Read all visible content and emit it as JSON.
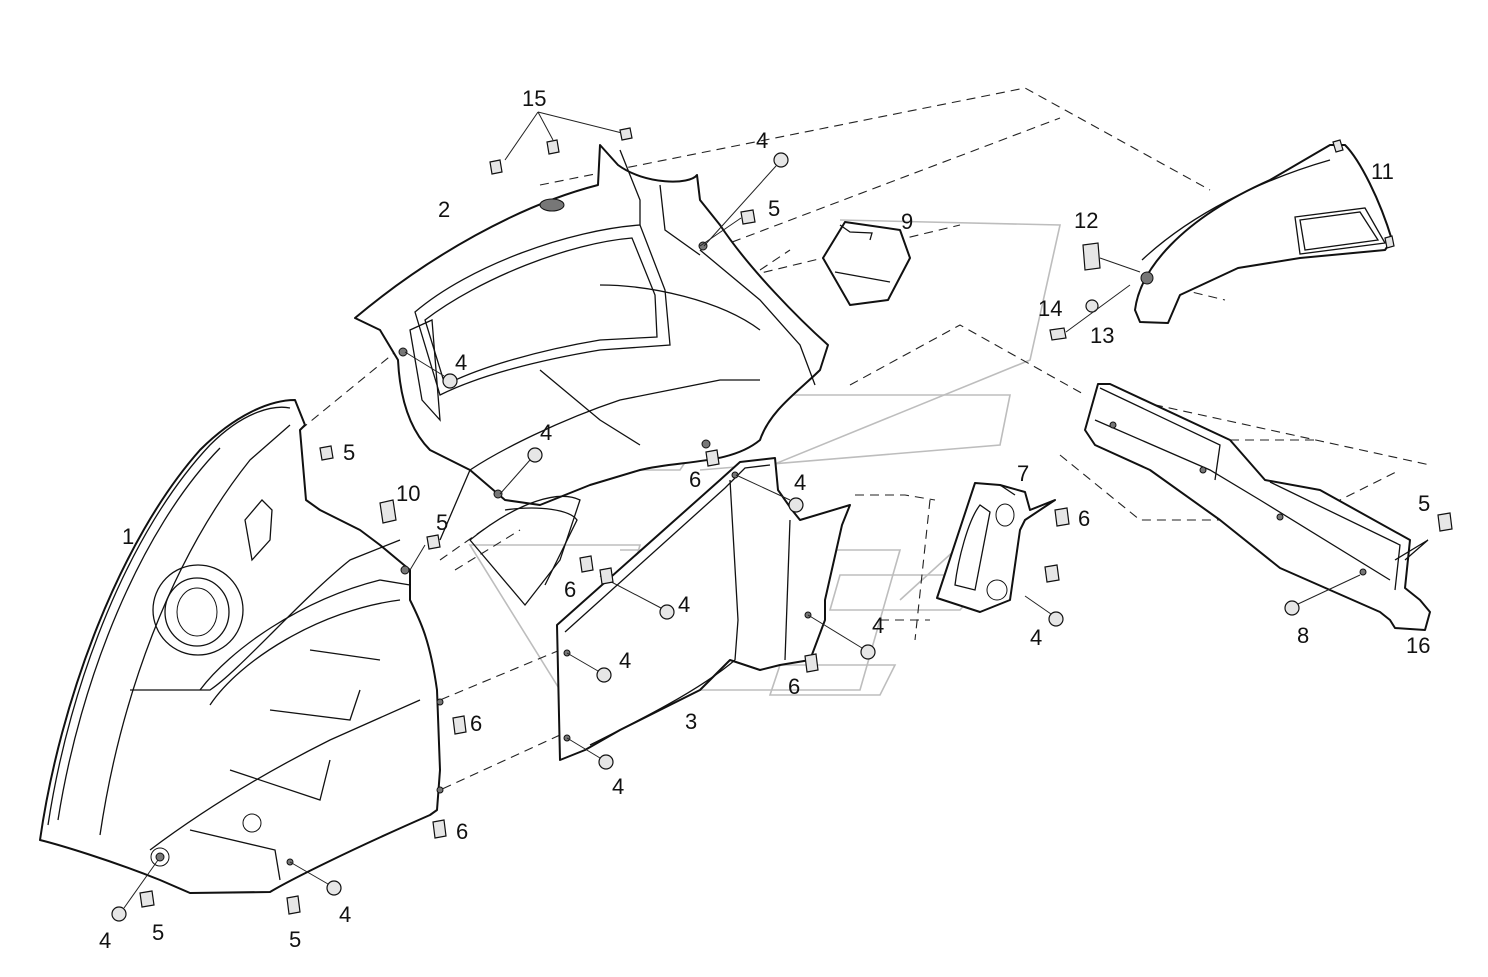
{
  "diagram": {
    "labels": {
      "l1": "1",
      "l2": "2",
      "l3": "3",
      "l4a": "4",
      "l4b": "4",
      "l4c": "4",
      "l4d": "4",
      "l4e": "4",
      "l4f": "4",
      "l4g": "4",
      "l4h": "4",
      "l4i": "4",
      "l4j": "4",
      "l4k": "4",
      "l5a": "5",
      "l5b": "5",
      "l5c": "5",
      "l5d": "5",
      "l5e": "5",
      "l5f": "5",
      "l6a": "6",
      "l6b": "6",
      "l6c": "6",
      "l6d": "6",
      "l6e": "6",
      "l6f": "6",
      "l7": "7",
      "l8": "8",
      "l9": "9",
      "l10": "10",
      "l11": "11",
      "l12": "12",
      "l13": "13",
      "l14": "14",
      "l15": "15",
      "l16": "16"
    }
  }
}
